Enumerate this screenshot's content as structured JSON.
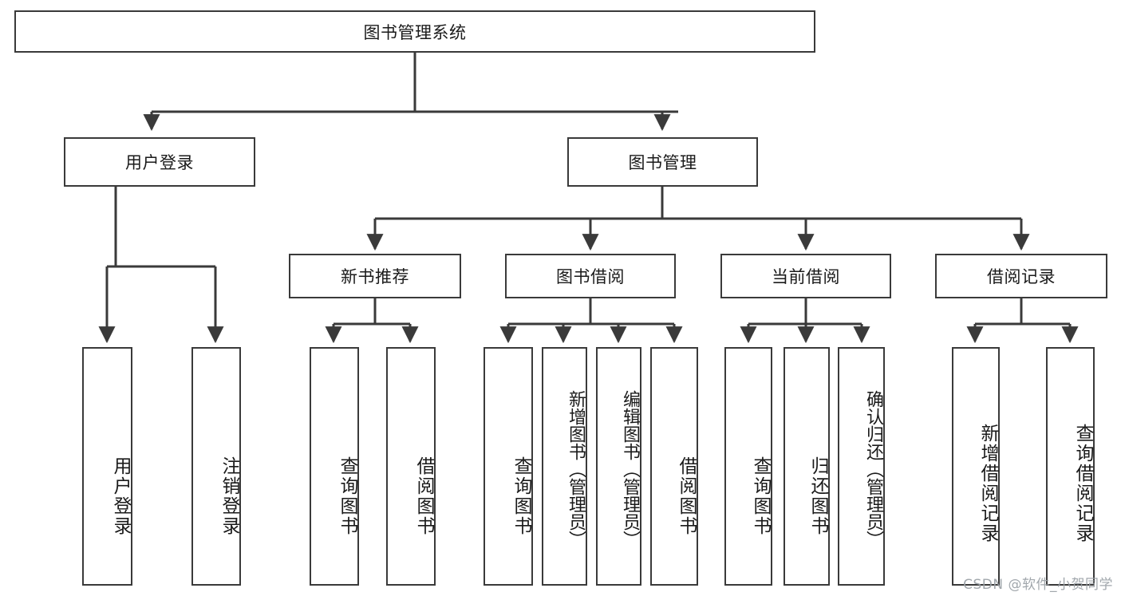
{
  "diagram": {
    "type": "tree-hierarchy-functional-decomposition",
    "title": "图书管理系统",
    "watermark": "CSDN @软件_小贺同学",
    "colors": {
      "stroke": "#3a3a3a",
      "fill": "#ffffff",
      "text": "#1a1a1a",
      "watermark": "#9aa0a6"
    },
    "levels": [
      {
        "level": 1,
        "nodes": [
          {
            "id": "root",
            "label": "图书管理系统",
            "orientation": "horizontal"
          }
        ]
      },
      {
        "level": 2,
        "nodes": [
          {
            "id": "login",
            "label": "用户登录",
            "orientation": "horizontal",
            "parent": "root"
          },
          {
            "id": "bookmgmt",
            "label": "图书管理",
            "orientation": "horizontal",
            "parent": "root"
          }
        ]
      },
      {
        "level": 3,
        "nodes": [
          {
            "id": "newbook",
            "label": "新书推荐",
            "orientation": "horizontal",
            "parent": "bookmgmt"
          },
          {
            "id": "borrow",
            "label": "图书借阅",
            "orientation": "horizontal",
            "parent": "bookmgmt"
          },
          {
            "id": "current",
            "label": "当前借阅",
            "orientation": "horizontal",
            "parent": "bookmgmt"
          },
          {
            "id": "records",
            "label": "借阅记录",
            "orientation": "horizontal",
            "parent": "bookmgmt"
          }
        ]
      },
      {
        "level": 4,
        "nodes": [
          {
            "id": "leaf-user-login",
            "label": "用户登录",
            "orientation": "vertical",
            "parent": "login"
          },
          {
            "id": "leaf-user-logout",
            "label": "注销登录",
            "orientation": "vertical",
            "parent": "login"
          },
          {
            "id": "leaf-query-book-1",
            "label": "查询图书",
            "orientation": "vertical",
            "parent": "newbook"
          },
          {
            "id": "leaf-borrow-book-1",
            "label": "借阅图书",
            "orientation": "vertical",
            "parent": "newbook"
          },
          {
            "id": "leaf-query-book-2",
            "label": "查询图书",
            "orientation": "vertical",
            "parent": "borrow"
          },
          {
            "id": "leaf-add-book",
            "label": "新增图书（管理员）",
            "orientation": "vertical",
            "parent": "borrow"
          },
          {
            "id": "leaf-edit-book",
            "label": "编辑图书（管理员）",
            "orientation": "vertical",
            "parent": "borrow"
          },
          {
            "id": "leaf-borrow-book-2",
            "label": "借阅图书",
            "orientation": "vertical",
            "parent": "borrow"
          },
          {
            "id": "leaf-query-book-3",
            "label": "查询图书",
            "orientation": "vertical",
            "parent": "current"
          },
          {
            "id": "leaf-return-book",
            "label": "归还图书",
            "orientation": "vertical",
            "parent": "current"
          },
          {
            "id": "leaf-confirm-return",
            "label": "确认归还（管理员）",
            "orientation": "vertical",
            "parent": "current"
          },
          {
            "id": "leaf-add-record",
            "label": "新增借阅记录",
            "orientation": "vertical",
            "parent": "records"
          },
          {
            "id": "leaf-query-record",
            "label": "查询借阅记录",
            "orientation": "vertical",
            "parent": "records"
          }
        ]
      }
    ]
  }
}
